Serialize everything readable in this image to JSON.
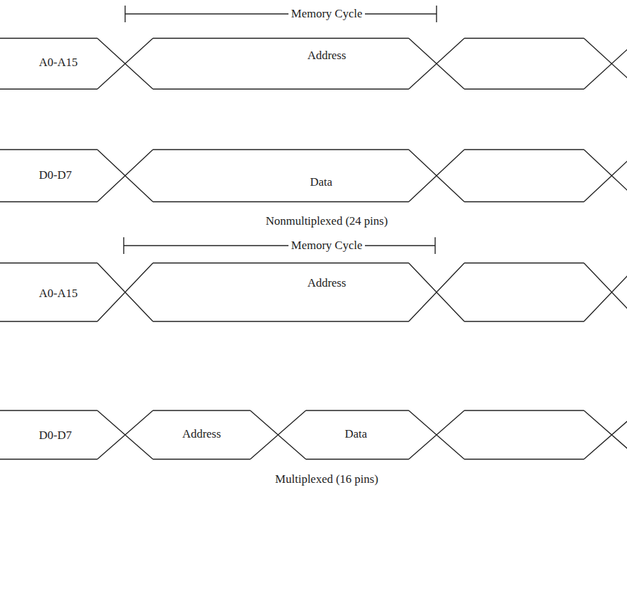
{
  "diagram": {
    "labels": [
      "Memory Cycle",
      "A0-A15",
      "Address",
      "D0-D7",
      "Data",
      "Nonmultiplexed (24 pins)",
      "Memory Cycle",
      "A0-A15",
      "Address",
      "D0-D7",
      "Address",
      "Data",
      "Multiplexed (16 pins)"
    ]
  }
}
